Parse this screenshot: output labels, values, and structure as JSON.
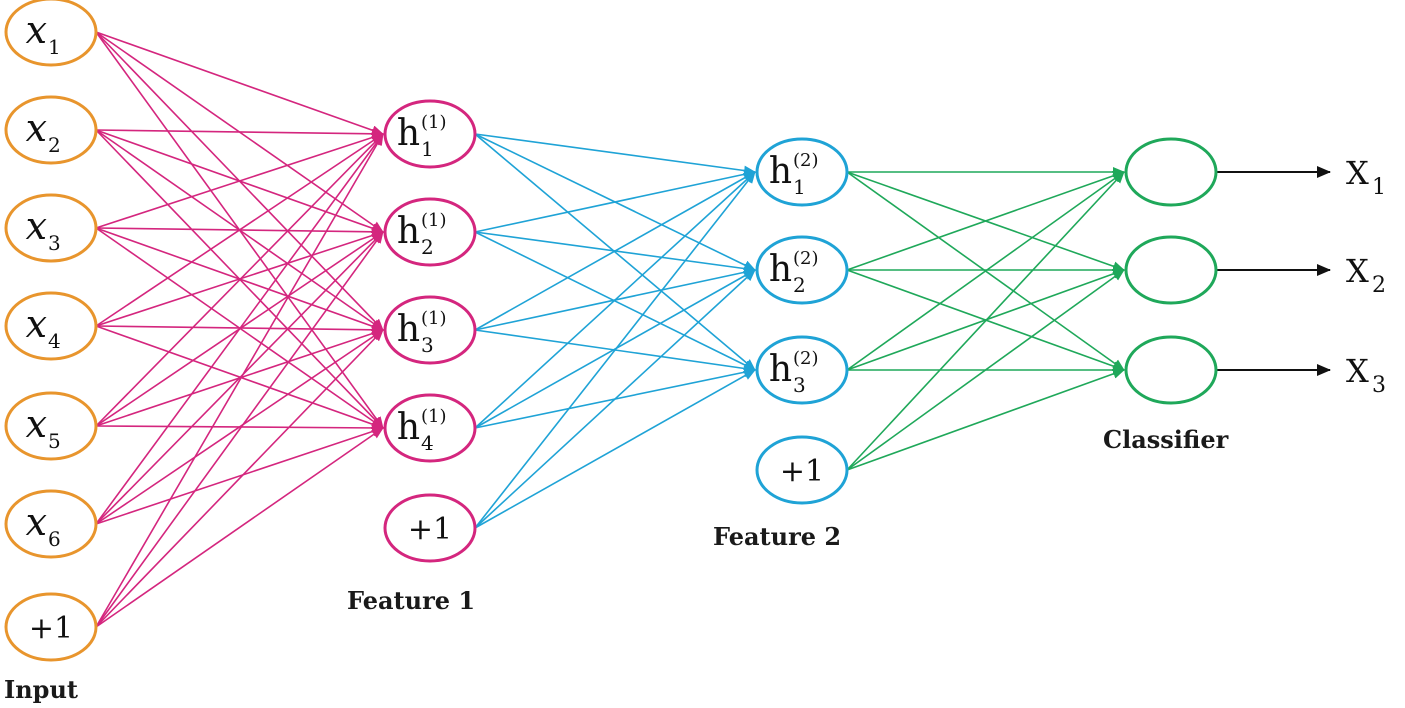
{
  "labels": {
    "input": "Input",
    "feature1": "Feature 1",
    "feature2": "Feature 2",
    "classifier": "Classifier"
  },
  "colors": {
    "input": "#e8952d",
    "feature1": "#d4267e",
    "feature2": "#1fa3d6",
    "classifier": "#1fa85a",
    "output": "#111111"
  },
  "input_nodes": [
    {
      "base": "x",
      "sub": "1"
    },
    {
      "base": "x",
      "sub": "2"
    },
    {
      "base": "x",
      "sub": "3"
    },
    {
      "base": "x",
      "sub": "4"
    },
    {
      "base": "x",
      "sub": "5"
    },
    {
      "base": "x",
      "sub": "6"
    },
    {
      "base": "+1",
      "sub": ""
    }
  ],
  "feature1_nodes": [
    {
      "base": "h",
      "sub": "1",
      "sup": "(1)"
    },
    {
      "base": "h",
      "sub": "2",
      "sup": "(1)"
    },
    {
      "base": "h",
      "sub": "3",
      "sup": "(1)"
    },
    {
      "base": "h",
      "sub": "4",
      "sup": "(1)"
    },
    {
      "base": "+1",
      "sub": "",
      "sup": ""
    }
  ],
  "feature2_nodes": [
    {
      "base": "h",
      "sub": "1",
      "sup": "(2)"
    },
    {
      "base": "h",
      "sub": "2",
      "sup": "(2)"
    },
    {
      "base": "h",
      "sub": "3",
      "sup": "(2)"
    },
    {
      "base": "+1",
      "sub": "",
      "sup": ""
    }
  ],
  "classifier_nodes": [
    "",
    "",
    ""
  ],
  "outputs": [
    {
      "base": "X",
      "sub": "1"
    },
    {
      "base": "X",
      "sub": "2"
    },
    {
      "base": "X",
      "sub": "3"
    }
  ]
}
